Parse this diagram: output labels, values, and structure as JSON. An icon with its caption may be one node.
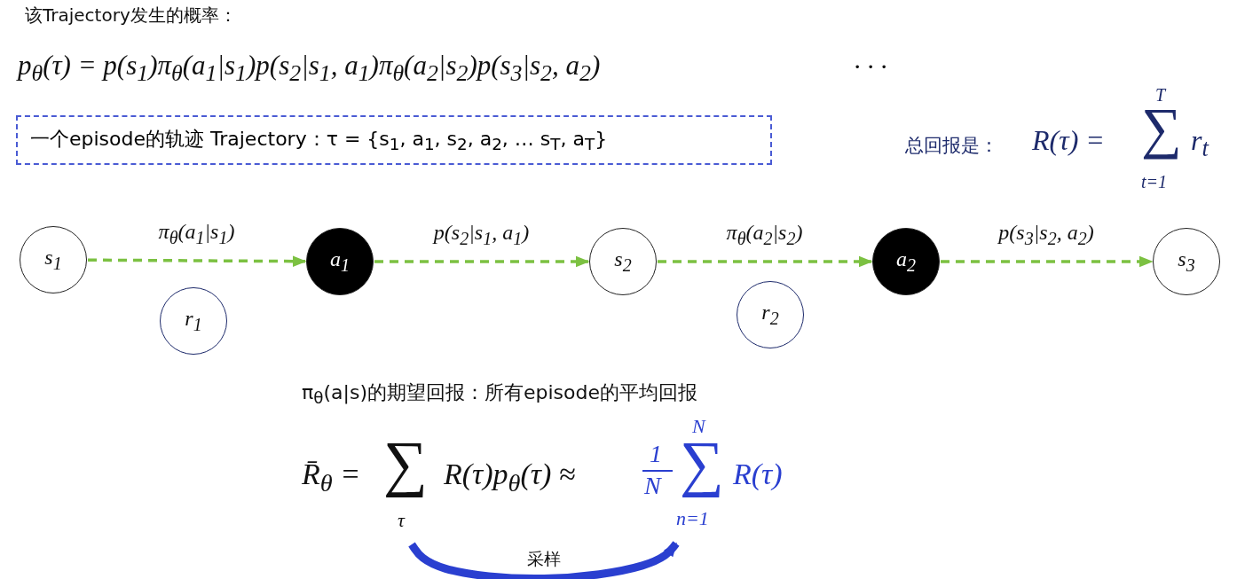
{
  "diagram": {
    "nodes": [
      {
        "text": [
          "一个episode的轨迹 Trajectory：τ = {s$_{1}$, a$_{1}$, s$_{2}$, a$_{2}$, … s$_{T}$, a$_{T}$}"
        ]
      },
      {
        "text": [
          "s$_{1}$"
        ]
      },
      {
        "text": [
          "a$_{1}$"
        ]
      },
      {
        "text": [
          "s$_{2}$"
        ]
      },
      {
        "text": [
          "a$_{2}$"
        ]
      },
      {
        "text": [
          "s$_{3}$"
        ]
      },
      {
        "text": [
          "r$_{1}$"
        ]
      },
      {
        "text": [
          "r$_{2}$"
        ]
      },
      {
        "text": [
          "R̄$_{θ}$ =",
          "∑",
          "τ",
          "R(τ)p$_{θ}$(τ) ≈"
        ]
      },
      {
        "text": [
          "1",
          "N",
          "N",
          "∑",
          "n=1",
          "R(τ)"
        ]
      }
    ],
    "edges": [
      {
        "from": 1,
        "to": 2,
        "arrow": "to",
        "label": "π$_{θ}$(a$_{1}$|s$_{1}$)",
        "style": "dashed"
      },
      {
        "from": 2,
        "to": 3,
        "arrow": "to",
        "label": "p(s$_{2}$|s$_{1}$, a$_{1}$)",
        "style": "dashed"
      },
      {
        "from": 3,
        "to": 4,
        "arrow": "to",
        "label": "π$_{θ}$(a$_{2}$|s$_{2}$)",
        "style": "dashed"
      },
      {
        "from": 4,
        "to": 5,
        "arrow": "to",
        "label": "p(s$_{3}$|s$_{2}$, a$_{2}$)",
        "style": "dashed"
      },
      {
        "from": 8,
        "to": 9,
        "arrow": "to",
        "label": "采样",
        "style": "thick",
        "color": "#2a3fd0"
      }
    ],
    "labels": [
      "该Trajectory发生的概率：",
      "p$_{θ}$(τ) = p(s$_{1}$)π$_{θ}$(a$_{1}$|s$_{1}$)p(s$_{2}$|s$_{1}$, a$_{1}$)π$_{θ}$(a$_{2}$|s$_{2}$)p(s$_{3}$|s$_{2}$, a$_{2}$)",
      "· · ·",
      "总回报是：",
      "R(τ) =",
      "T",
      "∑",
      "t=1",
      "r$_{t}$",
      "π$_{θ}$(a|s)的期望回报：所有episode的平均回报"
    ]
  }
}
